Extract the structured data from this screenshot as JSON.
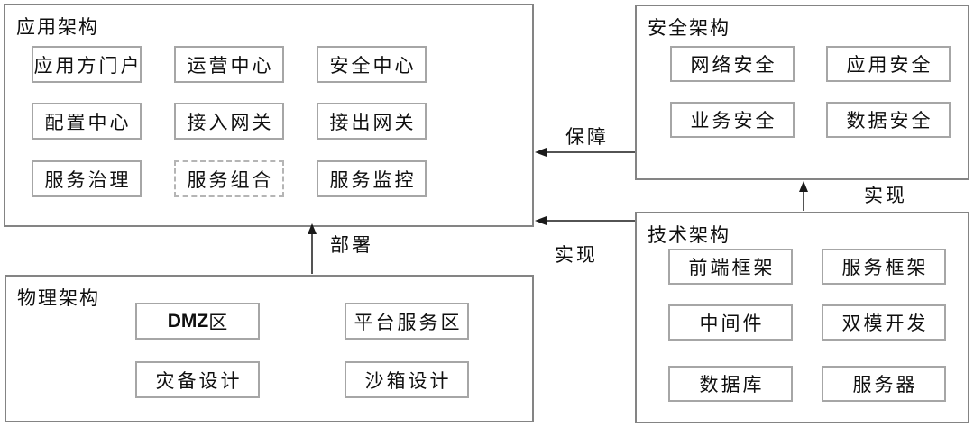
{
  "sections": {
    "app": {
      "title": "应用架构",
      "items": [
        "应用方门户",
        "运营中心",
        "安全中心",
        "配置中心",
        "接入网关",
        "接出网关",
        "服务治理",
        "服务组合",
        "服务监控"
      ]
    },
    "security": {
      "title": "安全架构",
      "items": [
        "网络安全",
        "应用安全",
        "业务安全",
        "数据安全"
      ]
    },
    "tech": {
      "title": "技术架构",
      "items": [
        "前端框架",
        "服务框架",
        "中间件",
        "双模开发",
        "数据库",
        "服务器"
      ]
    },
    "physical": {
      "title": "物理架构",
      "items": [
        {
          "latin": "DMZ",
          "cjk": "区"
        },
        {
          "cjk": "平台服务区"
        },
        {
          "cjk": "灾备设计"
        },
        {
          "cjk": "沙箱设计"
        }
      ]
    }
  },
  "arrows": {
    "guarantee_label": "保障",
    "realize_security_label": "实现",
    "realize_app_label": "实现",
    "deploy_label": "部署"
  },
  "colors": {
    "background": "#ffffff",
    "panel_border": "#848484",
    "node_border": "#a6a6a6",
    "dashed_node_border": "#b5b5b5",
    "arrow": "#1a1a1a",
    "text": "#0f0f0f"
  }
}
